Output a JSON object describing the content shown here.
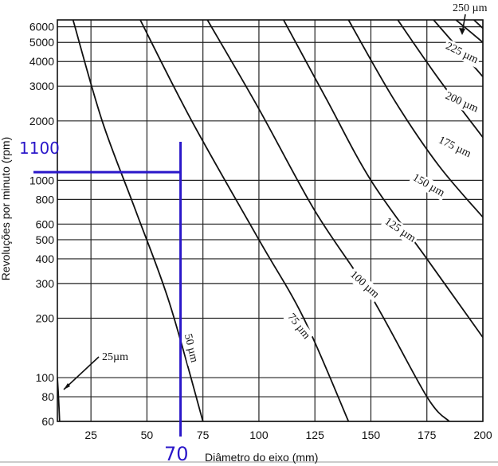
{
  "chart_data": {
    "type": "line",
    "title": "",
    "xlabel": "Diâmetro do eixo (mm)",
    "ylabel": "Revoluções por minuto (rpm)",
    "xlim": [
      10,
      200
    ],
    "ylim": [
      60,
      6500
    ],
    "yscale": "log",
    "grid": true,
    "x_ticks": [
      {
        "value": 25,
        "label": "25"
      },
      {
        "value": 50,
        "label": "50"
      },
      {
        "value": 75,
        "label": "75"
      },
      {
        "value": 100,
        "label": "100"
      },
      {
        "value": 125,
        "label": "125"
      },
      {
        "value": 150,
        "label": "150"
      },
      {
        "value": 175,
        "label": "175"
      },
      {
        "value": 200,
        "label": "200"
      }
    ],
    "y_ticks": [
      {
        "value": 6000,
        "label": "6000"
      },
      {
        "value": 5000,
        "label": "5000"
      },
      {
        "value": 4000,
        "label": "4000"
      },
      {
        "value": 3000,
        "label": "3000"
      },
      {
        "value": 2000,
        "label": "2000"
      },
      {
        "value": 1000,
        "label": "1000"
      },
      {
        "value": 800,
        "label": "800"
      },
      {
        "value": 600,
        "label": "600"
      },
      {
        "value": 500,
        "label": "500"
      },
      {
        "value": 400,
        "label": "400"
      },
      {
        "value": 300,
        "label": "300"
      },
      {
        "value": 200,
        "label": "200"
      },
      {
        "value": 100,
        "label": "100"
      },
      {
        "value": 80,
        "label": "80"
      },
      {
        "value": 60,
        "label": "60"
      }
    ],
    "series": [
      {
        "name": "25 µm",
        "label": "25µm",
        "points": [
          [
            10,
            100
          ],
          [
            10.5,
            80
          ],
          [
            11,
            60
          ]
        ]
      },
      {
        "name": "50 µm",
        "label": "50 µm",
        "points": [
          [
            17,
            6500
          ],
          [
            30,
            2000
          ],
          [
            45,
            700
          ],
          [
            60,
            240
          ],
          [
            75,
            60
          ]
        ]
      },
      {
        "name": "75 µm",
        "label": "75 µm",
        "points": [
          [
            47,
            6500
          ],
          [
            70,
            2000
          ],
          [
            100,
            500
          ],
          [
            120,
            200
          ],
          [
            140,
            60
          ]
        ]
      },
      {
        "name": "100 µm",
        "label": "100 µm",
        "points": [
          [
            77,
            6500
          ],
          [
            100,
            2300
          ],
          [
            125,
            700
          ],
          [
            150,
            260
          ],
          [
            175,
            80
          ],
          [
            185,
            60
          ]
        ]
      },
      {
        "name": "125 µm",
        "label": "125 µm",
        "points": [
          [
            111,
            6500
          ],
          [
            130,
            2600
          ],
          [
            150,
            1000
          ],
          [
            175,
            400
          ],
          [
            200,
            160
          ]
        ]
      },
      {
        "name": "150 µm",
        "label": "150 µm",
        "points": [
          [
            140,
            6500
          ],
          [
            160,
            2600
          ],
          [
            180,
            1200
          ],
          [
            200,
            650
          ]
        ]
      },
      {
        "name": "175 µm",
        "label": "175 µm",
        "points": [
          [
            162,
            6500
          ],
          [
            180,
            3300
          ],
          [
            200,
            1650
          ]
        ]
      },
      {
        "name": "200 µm",
        "label": "200 µm",
        "points": [
          [
            178,
            6500
          ],
          [
            200,
            3350
          ]
        ]
      },
      {
        "name": "225 µm",
        "label": "225 µm",
        "points": [
          [
            188,
            6500
          ],
          [
            200,
            5000
          ]
        ]
      },
      {
        "name": "250 µm",
        "label": "250 µm",
        "points": [
          [
            196,
            6500
          ],
          [
            200,
            5900
          ]
        ]
      }
    ],
    "annotations": [
      {
        "label": "1100",
        "x": 65,
        "y": 1100
      },
      {
        "label": "70",
        "x": 65,
        "y": 60
      }
    ]
  }
}
